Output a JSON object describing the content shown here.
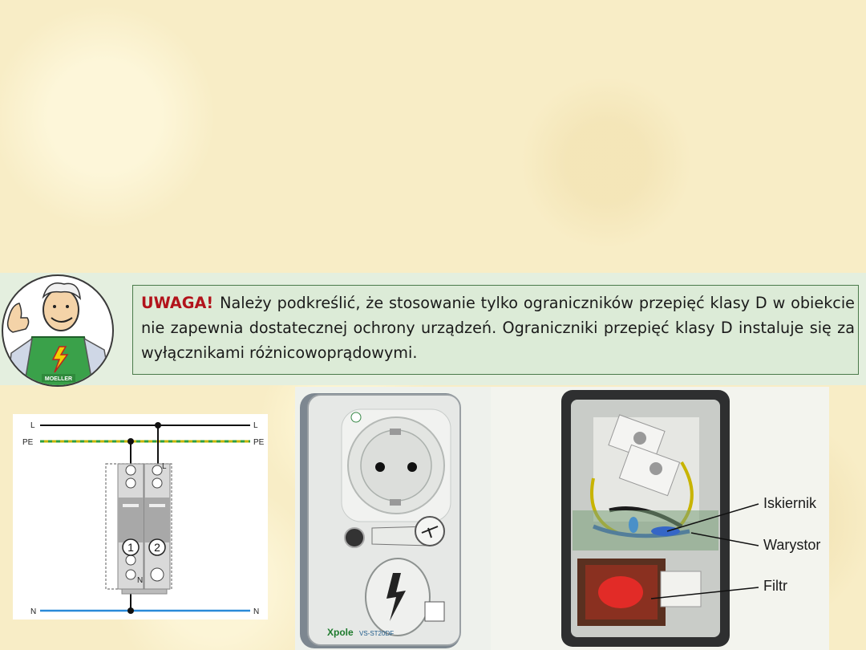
{
  "note": {
    "warning_label": "UWAGA!",
    "text": "Należy podkreślić, że stosowanie tylko ograniczników przepięć klasy D w obiekcie nie zapewnia dostatecznej ochrony urządzeń. Ograniczniki przepięć klasy D instaluje się za wyłącznikami różnicowoprądowymi."
  },
  "mascot": {
    "apron_logo": "MOELLER"
  },
  "diagram": {
    "line_L_left": "L",
    "line_L_right": "L",
    "line_PE_left": "PE",
    "line_PE_right": "PE",
    "line_N_left": "N",
    "line_N_right": "N",
    "module_1": "1",
    "module_2": "2",
    "terminal_L": "L",
    "terminal_N": "N"
  },
  "photo_socket": {
    "brand": "Xpole",
    "model": "VS-ST20DF"
  },
  "photo_internal": {
    "callouts": [
      "Iskiernik",
      "Warystor",
      "Filtr"
    ]
  },
  "colors": {
    "warning": "#b2131b",
    "note_background": "#dcebd7",
    "line_PE": "#c8b400",
    "line_PE_dash": "#2e9e3e",
    "line_N": "#2a8ad8",
    "line_L": "#111111"
  }
}
